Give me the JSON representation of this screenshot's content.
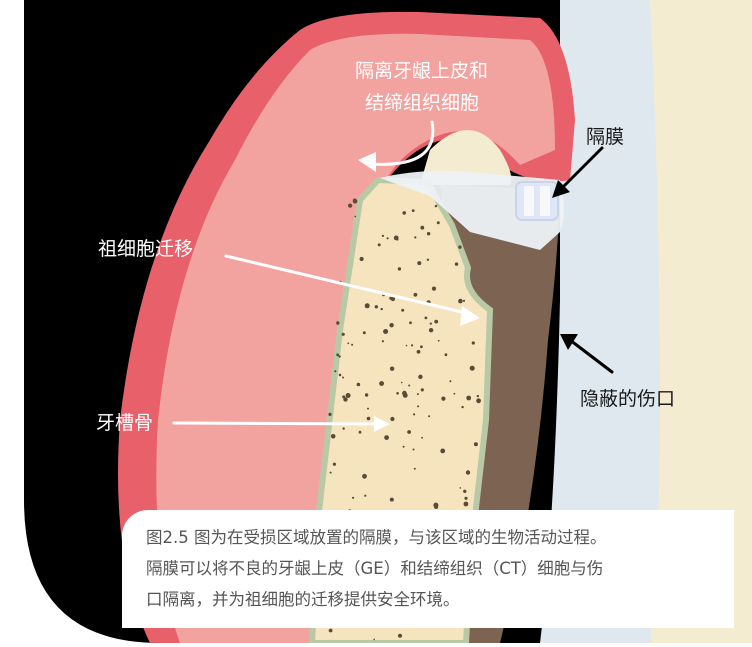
{
  "labels": {
    "top_line1": "隔离牙龈上皮和",
    "top_line2": "结缔组织细胞",
    "membrane": "隔膜",
    "progenitor": "祖细胞迁移",
    "wound": "隐蔽的伤口",
    "bone": "牙槽骨"
  },
  "caption": {
    "line1": "图2.5 图为在受损区域放置的隔膜，与该区域的生物活动过程。",
    "line2": "隔膜可以将不良的牙龈上皮（GE）和结缔组织（CT）细胞与伤",
    "line3": "口隔离，并为祖细胞的迁移提供安全环境。"
  },
  "colors": {
    "black_bg": "#000000",
    "gum_red": "#e8606a",
    "gum_pink": "#f2a39f",
    "bone": "#f5e4bd",
    "bone_dots": "#5a4a38",
    "tooth_root": "#7d6452",
    "ligament": "#dfe8ef",
    "enamel": "#f4ecd0",
    "membrane": "#eef2f6"
  }
}
